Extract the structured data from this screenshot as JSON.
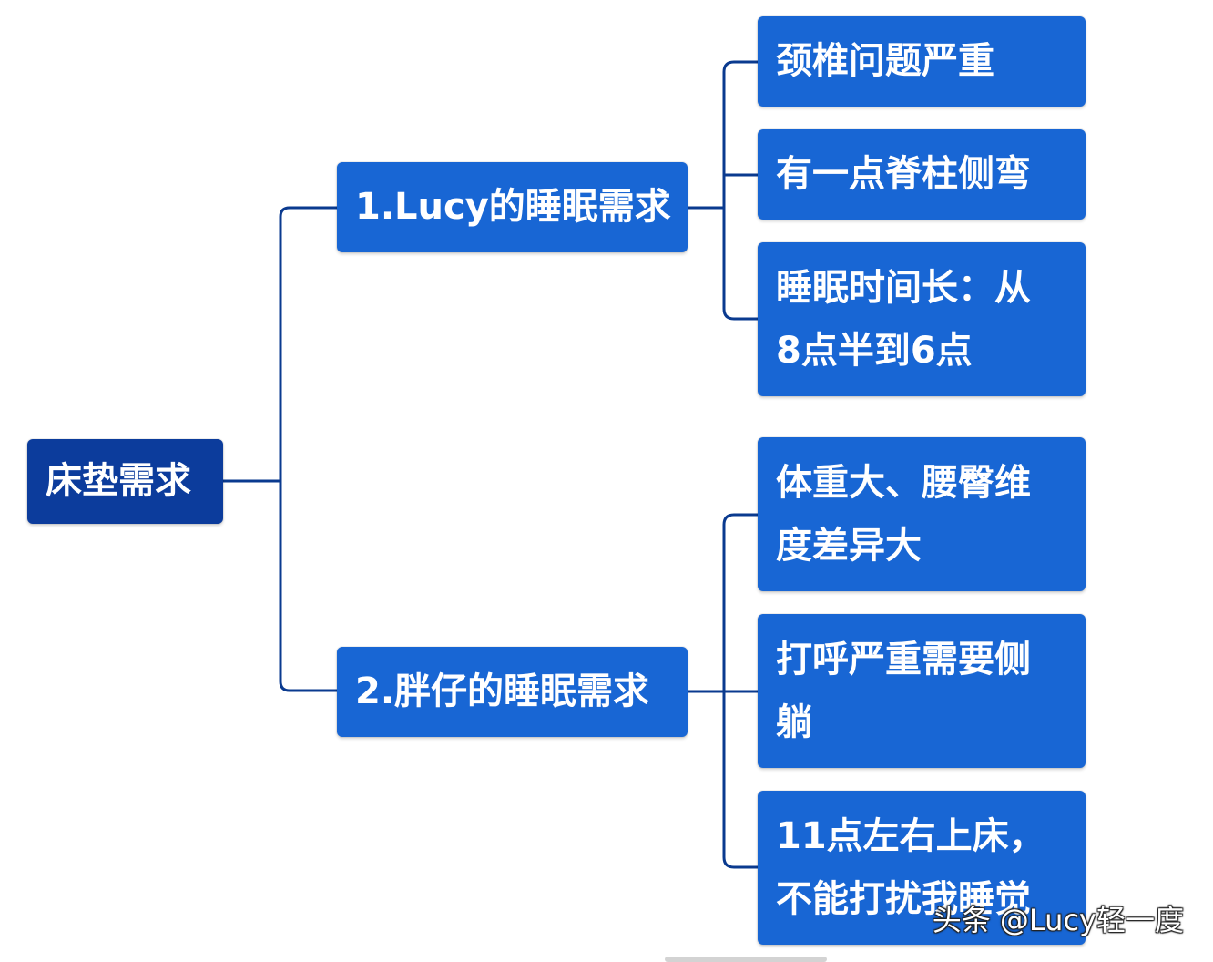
{
  "root": {
    "label": "床垫需求"
  },
  "branches": [
    {
      "label": "1.Lucy的睡眠需求",
      "children": [
        {
          "lines": [
            "颈椎问题严重"
          ]
        },
        {
          "lines": [
            "有一点脊柱侧弯"
          ]
        },
        {
          "lines": [
            "睡眠时间长：从",
            "8点半到6点"
          ]
        }
      ]
    },
    {
      "label": "2.胖仔的睡眠需求",
      "children": [
        {
          "lines": [
            "体重大、腰臀维",
            "度差异大"
          ]
        },
        {
          "lines": [
            "打呼严重需要侧",
            "躺"
          ]
        },
        {
          "lines": [
            "11点左右上床，",
            "不能打扰我睡觉"
          ]
        }
      ]
    }
  ],
  "watermark": {
    "text": "头条 @Lucy轻一度"
  },
  "colors": {
    "background": "#ffffff",
    "root_node": "#0c3c9c",
    "node": "#1866d4",
    "node_text": "#ffffff",
    "connector": "#0a3a8f",
    "scrollbar": "#d3d3d3"
  }
}
